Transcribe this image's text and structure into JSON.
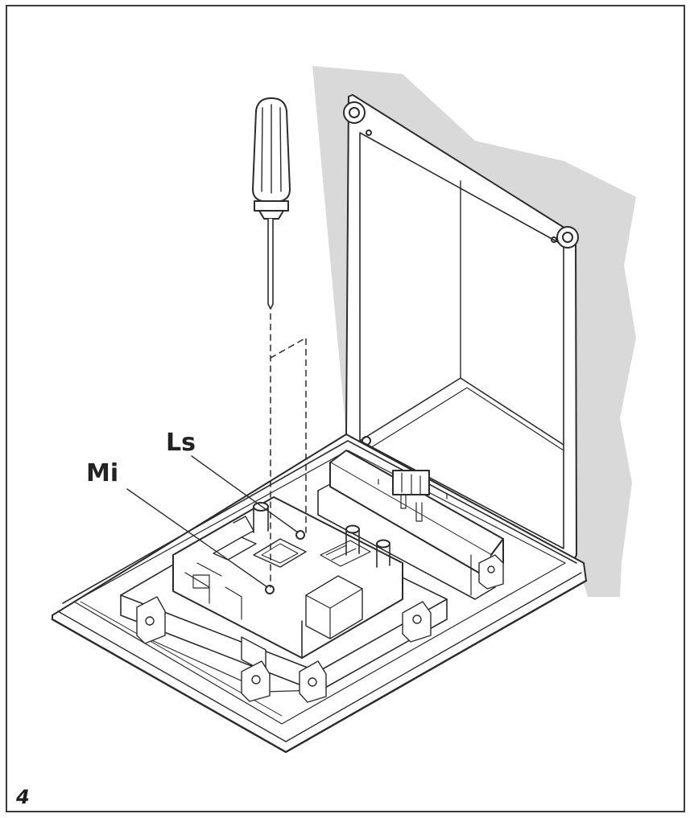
{
  "figure": {
    "number": "4",
    "labels": {
      "ls": "Ls",
      "mi": "Mi"
    }
  },
  "colors": {
    "line": "#2b2b2b",
    "wall_shade": "#d9d9d9",
    "panel_fill": "#ffffff"
  },
  "icons": [
    "screwdriver-icon"
  ]
}
